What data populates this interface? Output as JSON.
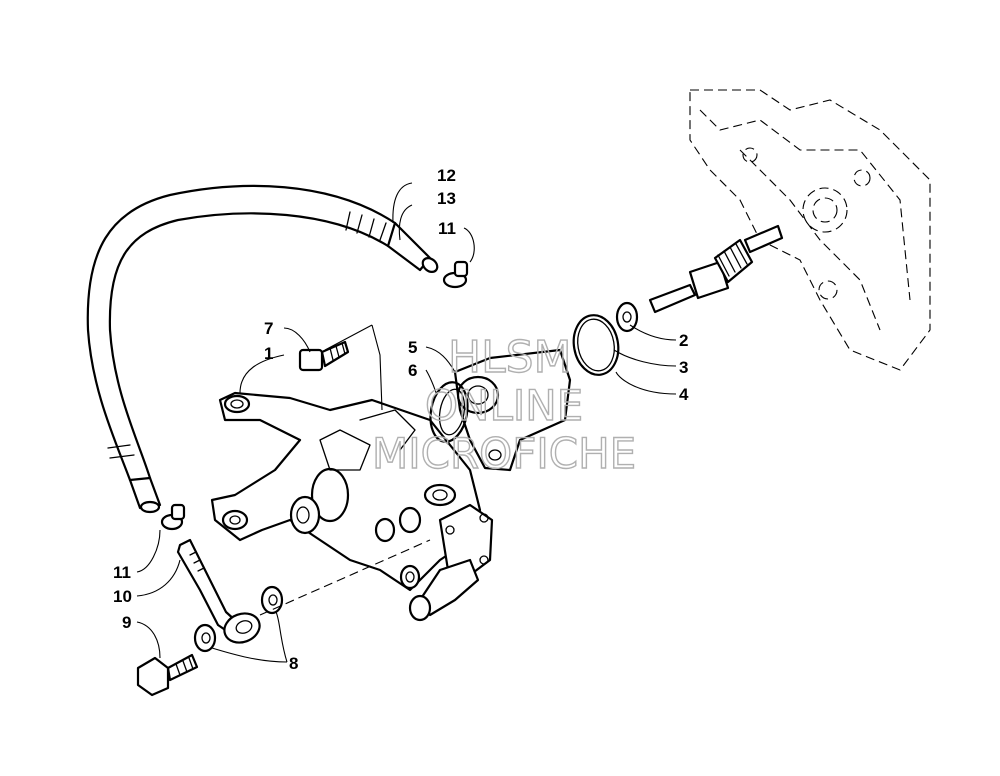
{
  "callouts": [
    "12",
    "13",
    "11",
    "7",
    "1",
    "5",
    "6",
    "2",
    "3",
    "4",
    "11",
    "10",
    "9",
    "8"
  ],
  "watermark": {
    "line1": "HLSM",
    "line2": "ONLINE",
    "line3": "MICROFICHE"
  }
}
